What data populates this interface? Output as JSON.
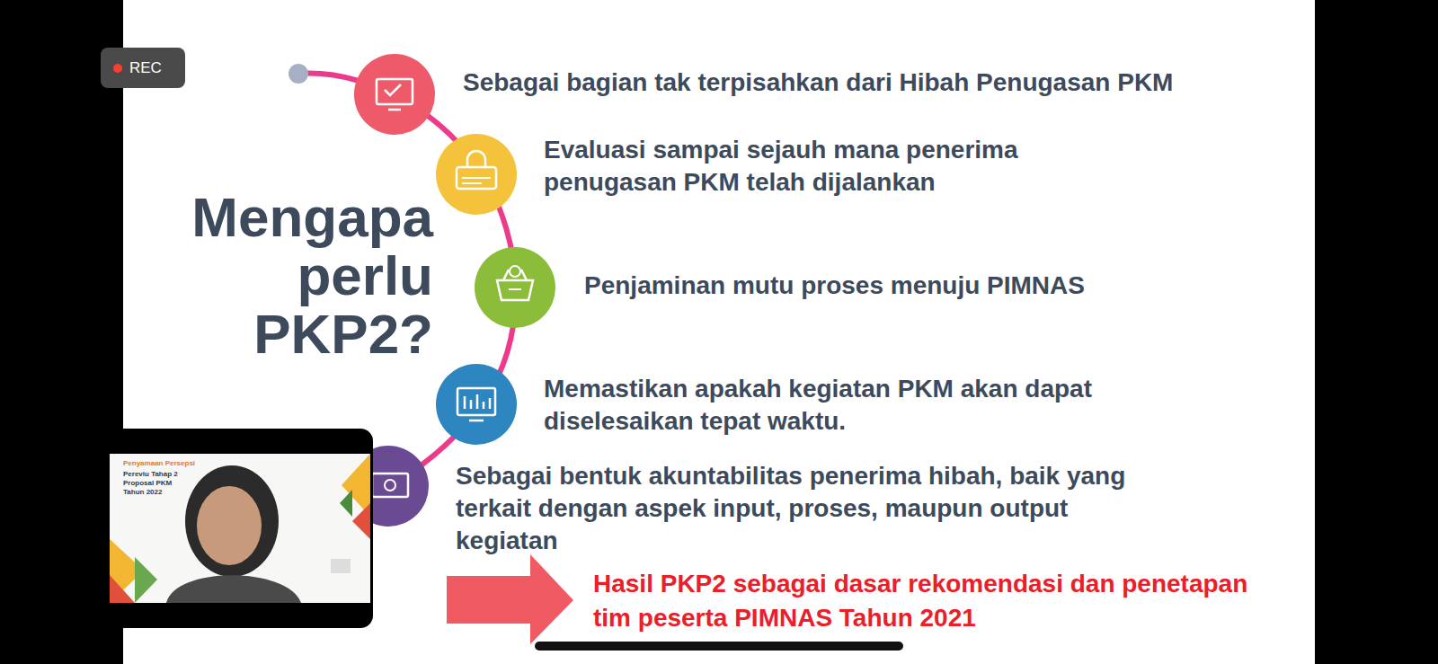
{
  "diagram": {
    "title": "Mengapa perlu PKP2?",
    "nodes": [
      {
        "text": [
          "REC"
        ]
      }
    ],
    "labels": [
      "Sebagai bagian tak terpisahkan dari Hibah Penugasan PKM",
      "Evaluasi sampai sejauh mana penerima penugasan PKM telah dijalankan",
      "Penjaminan mutu proses menuju PIMNAS",
      "Memastikan apakah kegiatan PKM akan dapat diselesaikan tepat waktu.",
      "Sebagai bentuk akuntabilitas penerima hibah, baik yang terkait dengan aspek input, proses, maupun output kegiatan",
      "Hasil PKP2 sebagai dasar rekomendasi dan penetapan tim peserta PIMNAS Tahun 2021",
      "Penyamaan Persepsi",
      "Pereviu Tahap 2 Proposal PKM Tahun 2022"
    ]
  }
}
